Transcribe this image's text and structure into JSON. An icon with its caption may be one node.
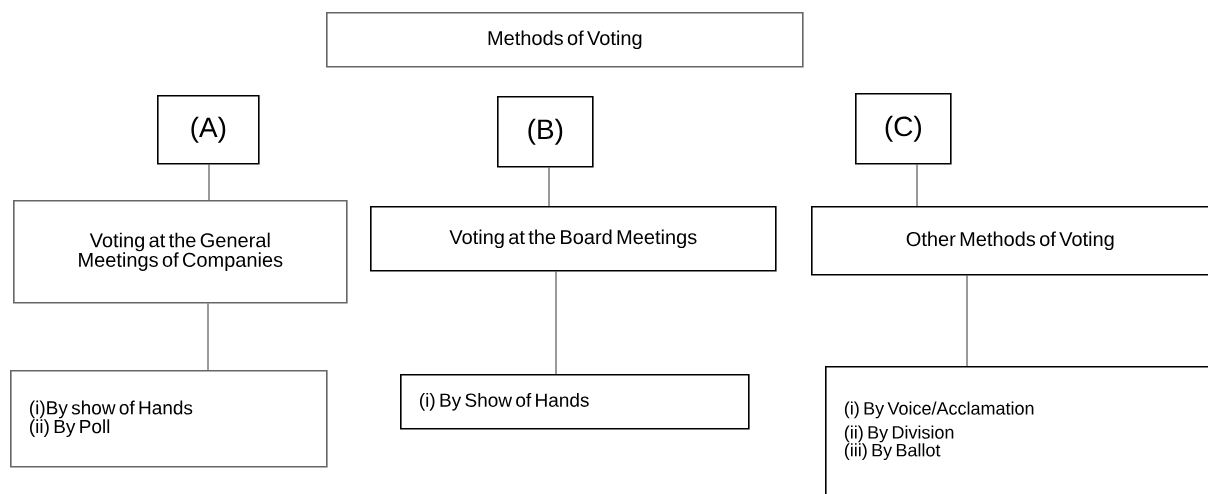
{
  "diagram": {
    "nodes": [
      {
        "text": [
          "Methods of Voting"
        ]
      },
      {
        "text": [
          "(A)"
        ]
      },
      {
        "text": [
          "(B)"
        ]
      },
      {
        "text": [
          "(C)"
        ]
      },
      {
        "text": [
          "Voting at the General Meetings of Companies"
        ]
      },
      {
        "text": [
          "Voting at the Board Meetings"
        ]
      },
      {
        "text": [
          "Other Methods of Voting"
        ]
      },
      {
        "text": [
          "(i)By show of Hands",
          "(ii) By Poll"
        ]
      },
      {
        "text": [
          "(i)  By Show of Hands"
        ]
      },
      {
        "text": [
          "(i) By Voice/Acclamation",
          "(ii) By Division",
          "(iii) By Ballot"
        ]
      }
    ],
    "edges": [
      {
        "from": 1,
        "to": 4,
        "arrow": "none"
      },
      {
        "from": 2,
        "to": 5,
        "arrow": "none"
      },
      {
        "from": 3,
        "to": 6,
        "arrow": "none"
      },
      {
        "from": 4,
        "to": 7,
        "arrow": "none"
      },
      {
        "from": 5,
        "to": 8,
        "arrow": "none"
      },
      {
        "from": 6,
        "to": 9,
        "arrow": "none"
      }
    ]
  }
}
